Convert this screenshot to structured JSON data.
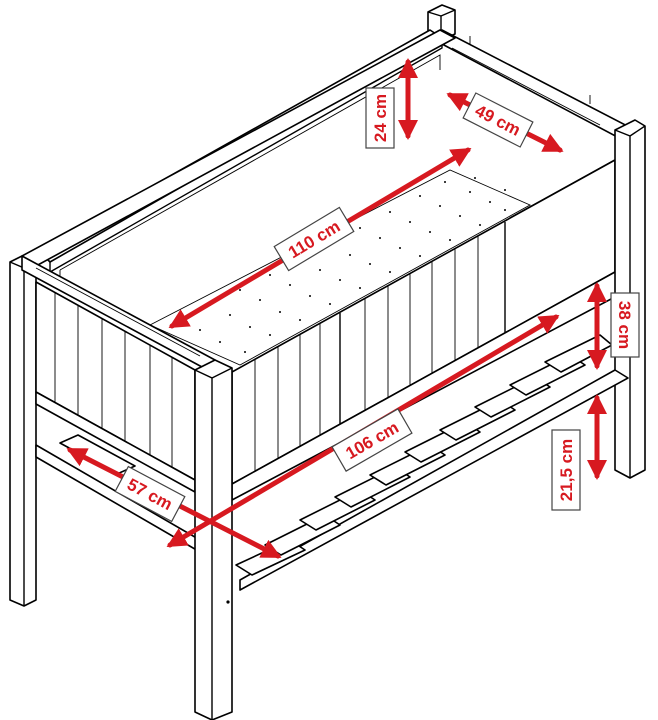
{
  "colors": {
    "dimension": "#d71920",
    "outline": "#000000",
    "background": "#ffffff"
  },
  "dimensions": {
    "height_box": "24 cm",
    "width_inner": "49 cm",
    "length_inner": "110 cm",
    "height_shelf_gap": "38 cm",
    "length_shelf": "106 cm",
    "width_shelf": "57 cm",
    "height_shelf": "21,5 cm"
  }
}
